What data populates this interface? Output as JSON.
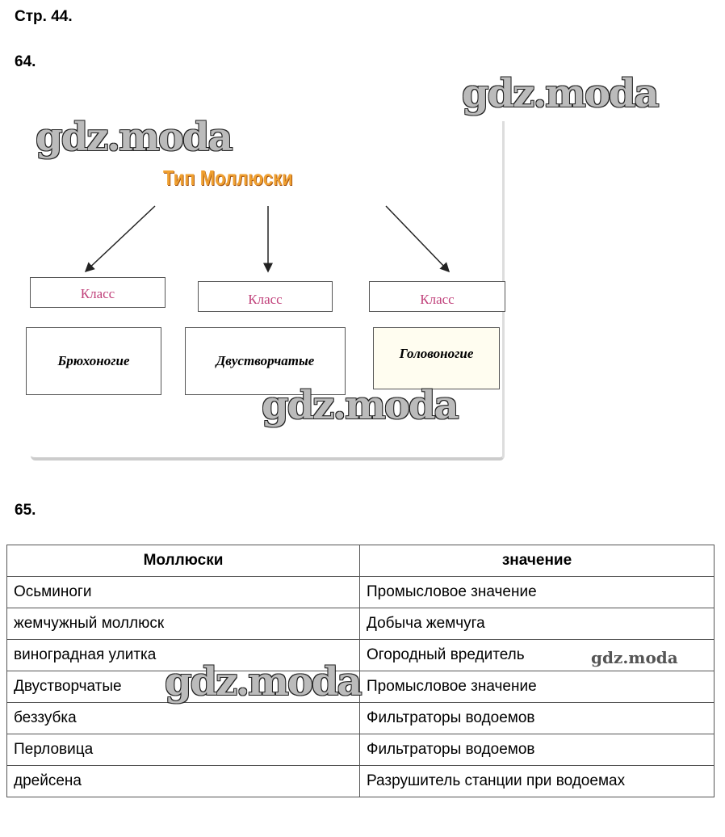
{
  "page_label": "Стр. 44.",
  "task64": {
    "number": "64.",
    "title": "Тип Моллюски",
    "class_label": "Класс",
    "classes": [
      "Брюхоногие",
      "Двустворчатые",
      "Головоногие"
    ]
  },
  "task65": {
    "number": "65.",
    "headers": [
      "Моллюски",
      "значение"
    ],
    "rows": [
      [
        "Осьминоги",
        "Промысловое значение"
      ],
      [
        "жемчужный моллюск",
        "Добыча жемчуга"
      ],
      [
        "виноградная улитка",
        "Огородный вредитель"
      ],
      [
        "Двустворчатые",
        "Промысловое значение"
      ],
      [
        "беззубка",
        "Фильтраторы водоемов"
      ],
      [
        "Перловица",
        "Фильтраторы водоемов"
      ],
      [
        "дрейсена",
        "Разрушитель станции при водоемах"
      ]
    ]
  },
  "watermark": "gdz.moda"
}
